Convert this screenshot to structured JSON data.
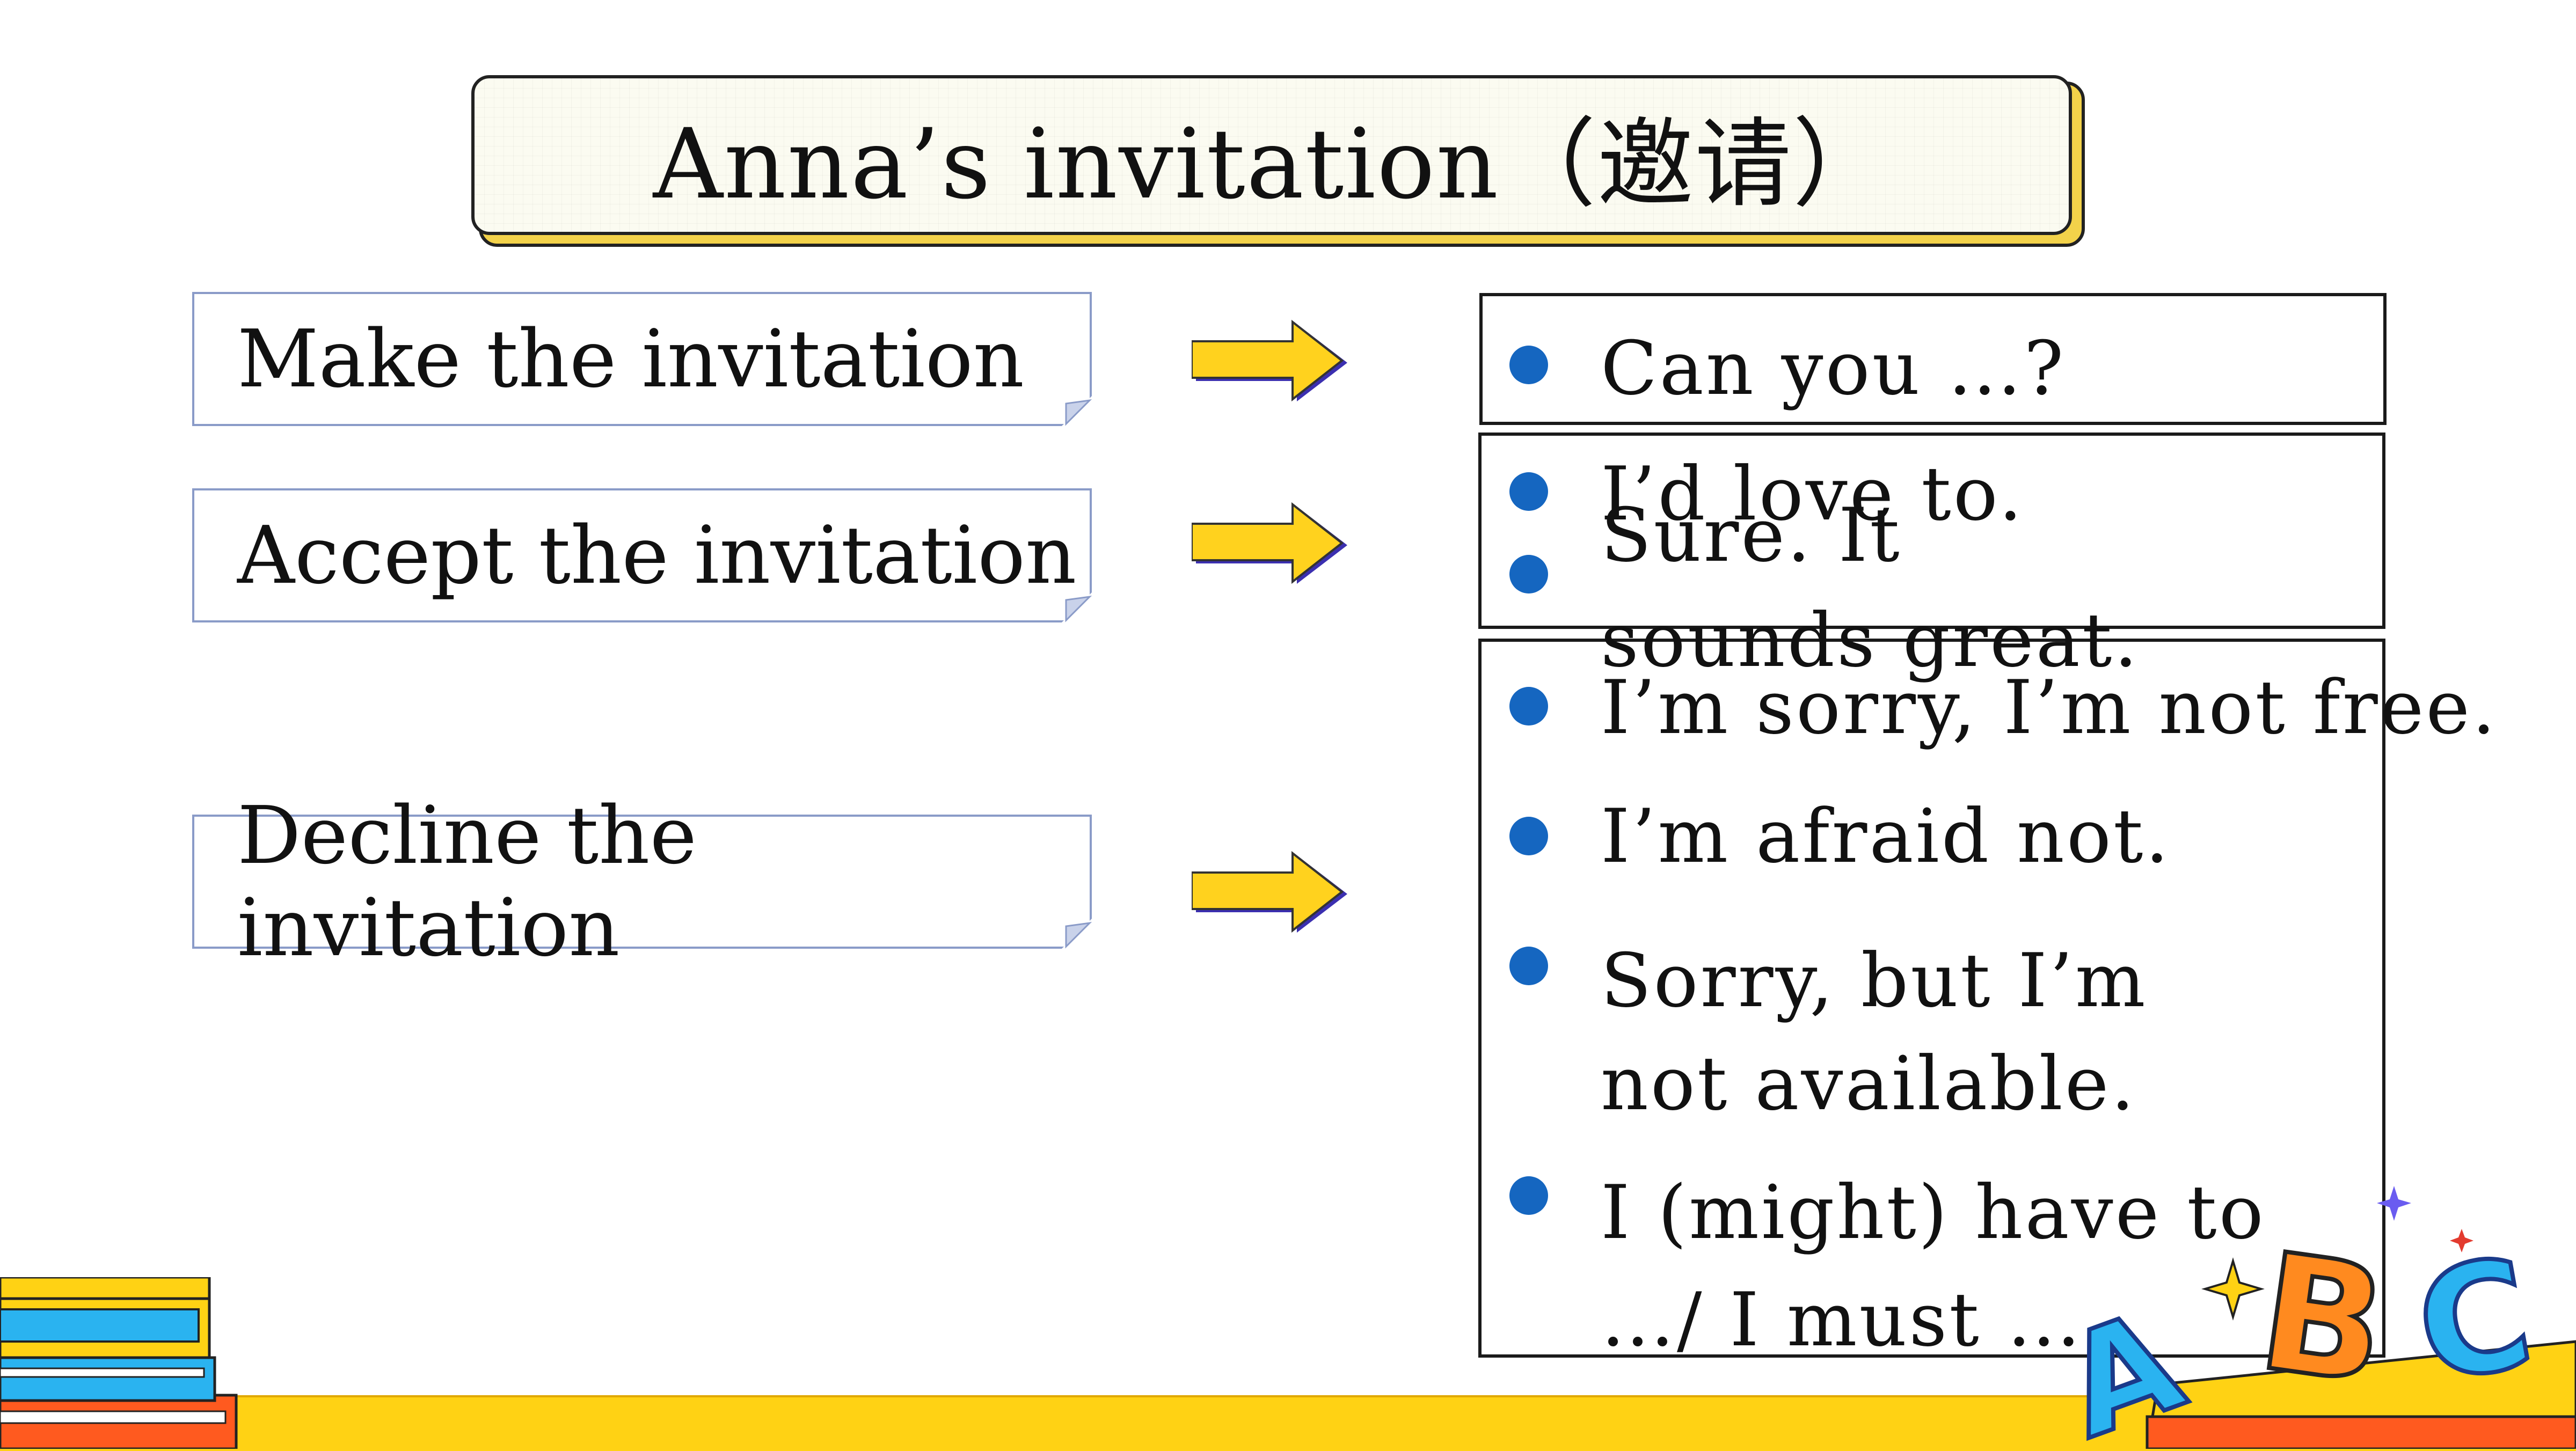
{
  "title": "Anna’s invitation（邀请）",
  "rows": {
    "make": "Make the invitation",
    "accept": "Accept the invitation",
    "decline": "Decline the invitation"
  },
  "make_phrases": [
    "Can you …?"
  ],
  "accept_phrases": [
    "I’d love to.",
    "Sure. It sounds great."
  ],
  "decline_phrases": [
    "I’m sorry, I’m not free.",
    "I’m afraid not.",
    "Sorry, but I’m not available.",
    "I (might) have to …/ I must …"
  ],
  "decoration": {
    "letters": [
      "A",
      "B",
      "C"
    ]
  },
  "colors": {
    "bullet": "#1566c0",
    "arrow": "#ffd21e",
    "arrow_outline": "#3b2fb0"
  },
  "icons": [
    "arrow-right-icon",
    "bullet-icon",
    "sparkle-icon"
  ]
}
